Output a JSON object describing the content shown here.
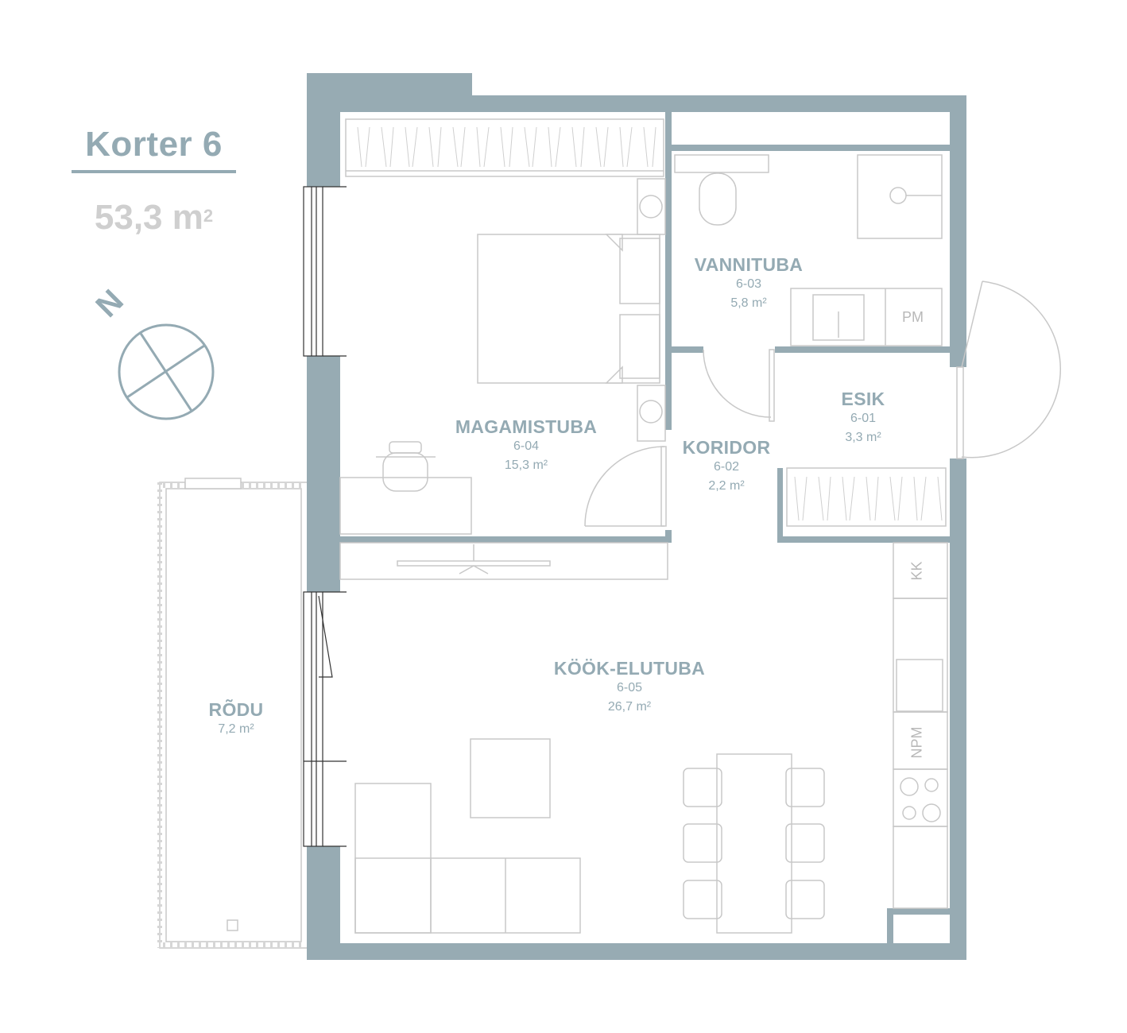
{
  "apartment": {
    "title": "Korter 6",
    "area_number": "53,3 m",
    "area_sup": "2"
  },
  "compass": {
    "label": "N"
  },
  "rooms": {
    "vannituba": {
      "name": "VANNITUBA",
      "code": "6-03",
      "area": "5,8 m²"
    },
    "magamistuba": {
      "name": "MAGAMISTUBA",
      "code": "6-04",
      "area": "15,3 m²"
    },
    "esik": {
      "name": "ESIK",
      "code": "6-01",
      "area": "3,3 m²"
    },
    "koridor": {
      "name": "KORIDOR",
      "code": "6-02",
      "area": "2,2 m²"
    },
    "kook_elutuba": {
      "name": "KÖÖK-ELUTUBA",
      "code": "6-05",
      "area": "26,7 m²"
    },
    "rodu": {
      "name": "RÕDU",
      "area": "7,2 m²"
    }
  },
  "fixtures": {
    "pm": "PM",
    "kk": "KK",
    "npm": "NPM"
  },
  "colors": {
    "wall": "#97abb3",
    "label": "#94aab3",
    "line": "#c8c8c8",
    "muted": "#cfcfcf"
  }
}
